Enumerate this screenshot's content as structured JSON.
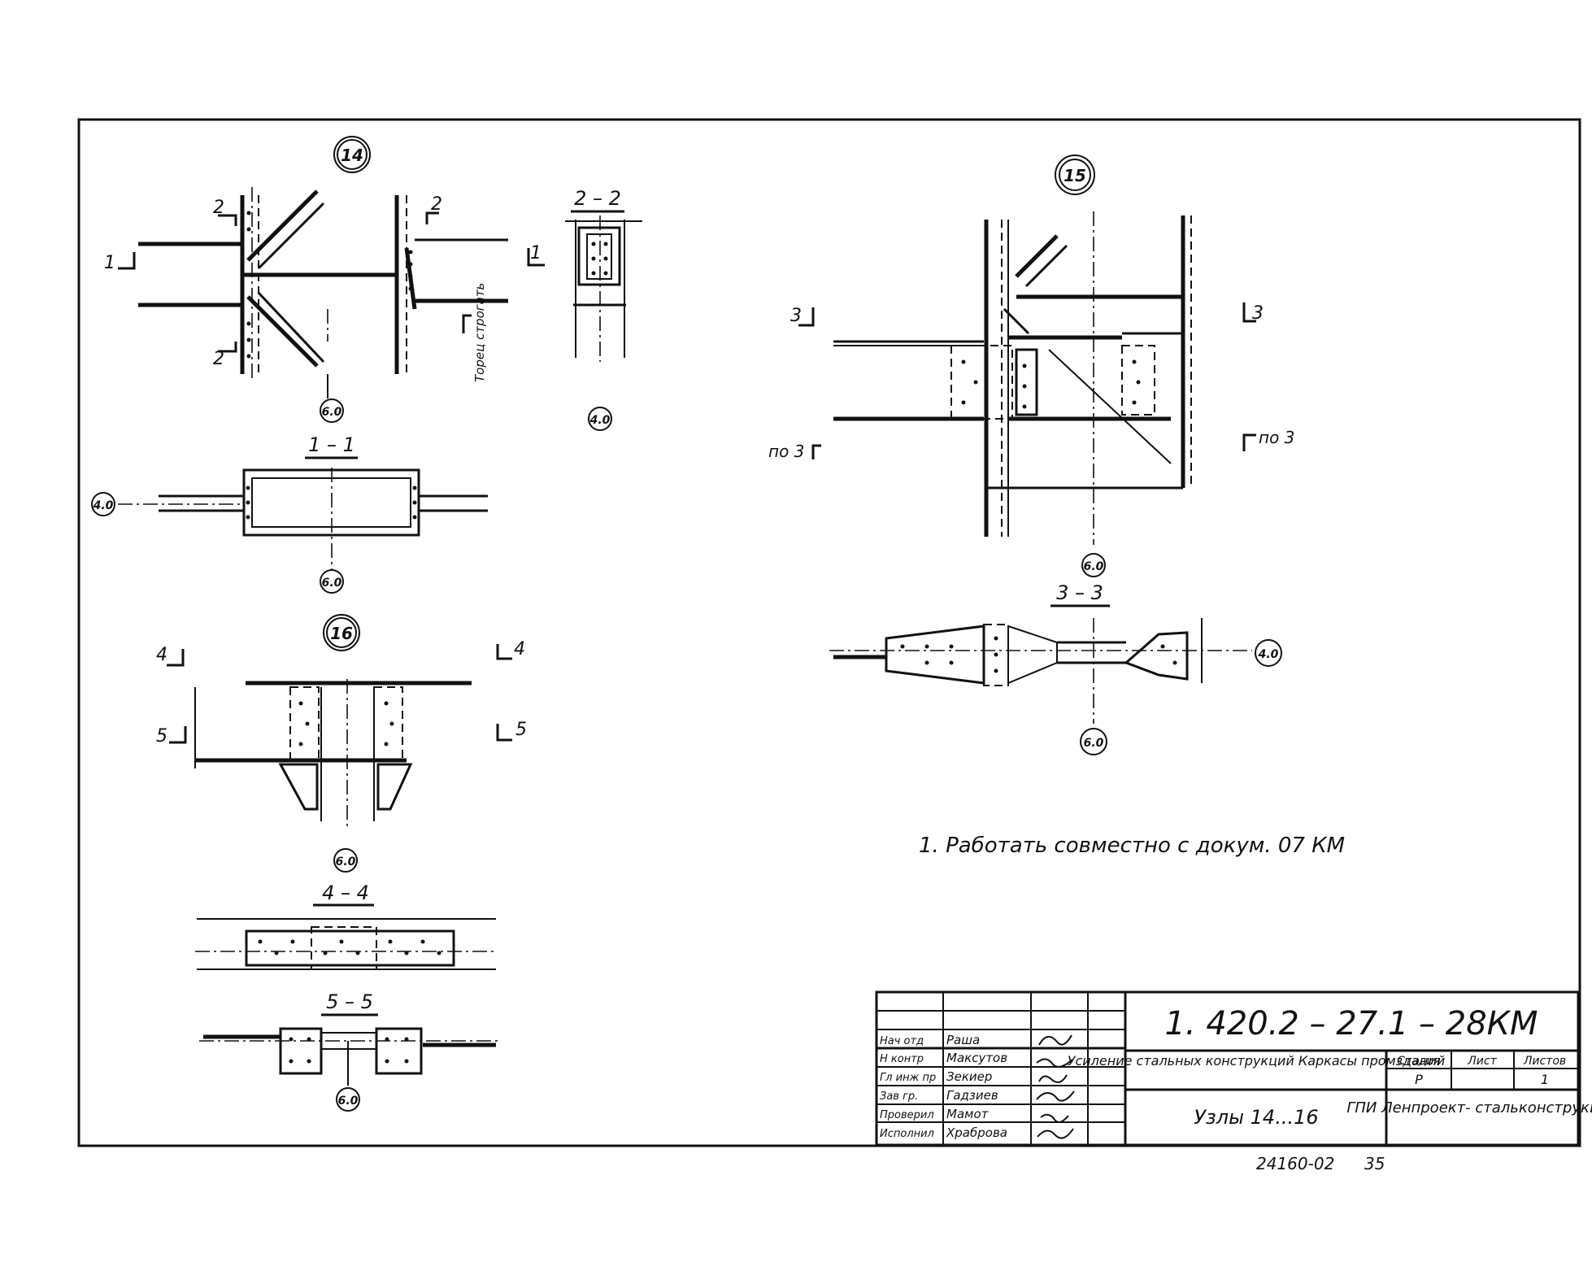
{
  "nodes": {
    "node14": {
      "number": "14"
    },
    "node15": {
      "number": "15"
    },
    "node16": {
      "number": "16"
    }
  },
  "axes": {
    "a40": "4.0",
    "a60": "6.0"
  },
  "sections": {
    "s11": "1 – 1",
    "s22": "2 – 2",
    "s33": "3 – 3",
    "s44": "4 – 4",
    "s55": "5 – 5"
  },
  "cut_marks": {
    "c1": "1",
    "c2": "2",
    "c3": "3",
    "c4": "4",
    "c5": "5",
    "po3": "по 3"
  },
  "side_note": "Торец строгать",
  "note": "1. Работать совместно с   докум.   07 КМ",
  "title_block": {
    "designation": "1. 420.2 – 27.1 – 28КМ",
    "object": "Усиление стальных конструкций Каркасы промзданий",
    "sheet_title": "Узлы 14...16",
    "organization": "ГПИ Ленпроект- стальконструкция",
    "stage_label": "Стадия",
    "stage_value": "Р",
    "sheet_label": "Лист",
    "sheet_value": "",
    "sheets_label": "Листов",
    "sheets_value": "1",
    "staff": [
      {
        "role": "Нач отд",
        "name": "Раша"
      },
      {
        "role": "Н контр",
        "name": "Максутов"
      },
      {
        "role": "Гл инж пр",
        "name": "Зекиер"
      },
      {
        "role": "Зав гр.",
        "name": "Гадзиев"
      },
      {
        "role": "Проверил",
        "name": "Мамот"
      },
      {
        "role": "Исполнил",
        "name": "Храброва"
      }
    ]
  },
  "footer": {
    "code": "24160-02",
    "page": "35"
  }
}
